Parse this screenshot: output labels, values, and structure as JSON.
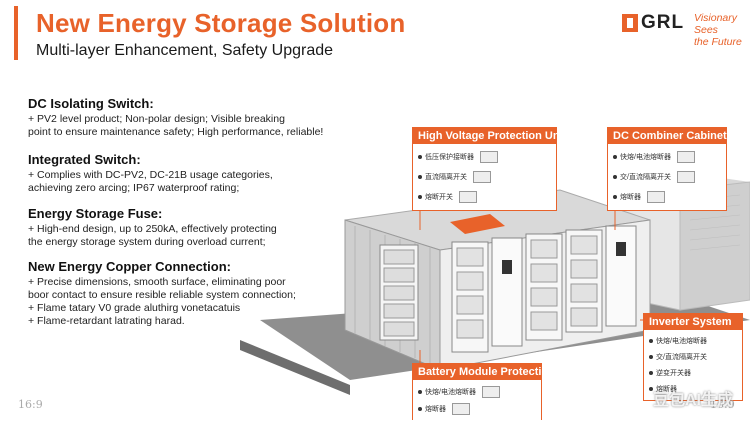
{
  "header": {
    "title": "New Energy Storage Solution",
    "subtitle": "Multi-layer Enhancement, Safety Upgrade"
  },
  "logo": {
    "brand": "GRL",
    "slogan_line1": "Visionary Sees",
    "slogan_line2": "the Future"
  },
  "features": [
    {
      "title": "DC Isolating Switch:",
      "lines": [
        "+  PV2 level product; Non-polar design; Visible breaking",
        "point to ensure maintenance safety; High performance, reliable!"
      ]
    },
    {
      "title": "Integrated Switch:",
      "lines": [
        "+    Complies with DC-PV2, DC-21B usage categories,",
        "achieving zero arcing; IP67 waterproof rating;"
      ]
    },
    {
      "title": "Energy Storage Fuse:",
      "lines": [
        "+  High-end design, up to 250kA, effectively protecting",
        "the energy storage system during overload current;"
      ]
    },
    {
      "title": "New Energy Copper Connection:",
      "lines": [
        "+  Precise dimensions, smooth surface, eliminating poor",
        "boor contact to ensure resible reliable system connection;",
        "+  Flame tatary V0 grade  aluthirg vonetacatuis",
        "+  Flame-retardant latrating harad."
      ]
    }
  ],
  "callouts": {
    "hv": {
      "title": "High Voltage Protection Unit",
      "items": [
        "低压保护接断器",
        "直流隔离开关",
        "熔断开关"
      ]
    },
    "dc": {
      "title": "DC Combiner Cabinet",
      "items": [
        "快熔/电池熔断器",
        "交/直流隔离开关",
        "熔断器"
      ]
    },
    "inv": {
      "title": "Inverter System",
      "items": [
        "快熔/电池熔断器",
        "交/直流隔离开关",
        "逆变开关器",
        "熔断器"
      ]
    },
    "bm": {
      "title": "Battery Module Protection",
      "items": [
        "快熔/电池熔断器",
        "熔断器"
      ]
    }
  },
  "footer": {
    "left": "16:9",
    "right": "16:9",
    "watermark": "豆包AI生成"
  },
  "colors": {
    "accent": "#e8622a"
  }
}
